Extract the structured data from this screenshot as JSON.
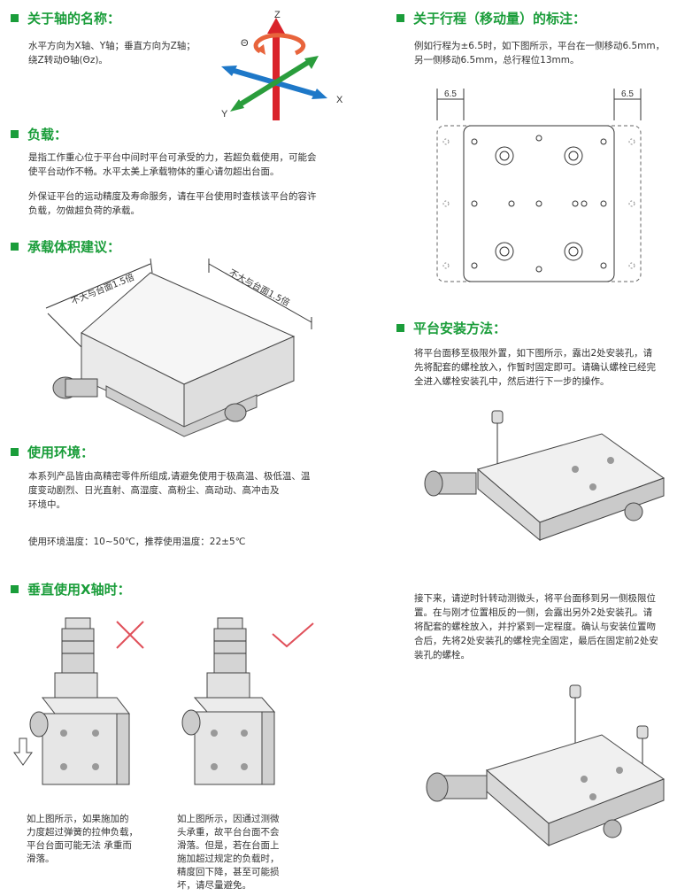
{
  "axis_section": {
    "title": "关于轴的名称：",
    "lines": [
      "水平方向为X轴、Y轴；垂直方向为Z轴；",
      "绕Z转动Θ轴(Θz)。"
    ],
    "labels": {
      "z": "Z",
      "x": "X",
      "y": "Y",
      "theta": "Θ"
    },
    "colors": {
      "z": "#d9232a",
      "x": "#1e78c8",
      "y": "#2a9d3c",
      "theta": "#e8643c"
    }
  },
  "load_section": {
    "title": "负载：",
    "para1": [
      "是指工作重心位于平台中间时平台可承受的力，若超负载使用，可能会",
      "使平台动作不畅。水平太美上承载物体的重心请勿超出台面。"
    ],
    "para2": [
      "外保证平台的运动精度及寿命服务，请在平台使用时查核该平台的容许",
      "负载，勿做超负荷的承载。"
    ]
  },
  "volume_section": {
    "title": "承载体积建议：",
    "dim_left": "不大与台面1.5倍",
    "dim_right": "不大与台面1.5倍"
  },
  "env_section": {
    "title": "使用环境：",
    "lines": [
      "本系列产品皆由高精密零件所组成,请避免使用于极高温、极低温、温",
      "度变动剧烈、日光直射、高湿度、高粉尘、高动动、高冲击及",
      "环境中。"
    ],
    "temp": "使用环境温度：10~50℃，推荐使用温度：22±5℃"
  },
  "vertical_section": {
    "title": "垂直使用X轴时：",
    "left_caption": [
      "如上图所示，如果施加的",
      "力度超过弹簧的拉伸负载，",
      "平台台面可能无法 承重而",
      "滑落。"
    ],
    "right_caption": [
      "如上图所示，因通过测微",
      "头承重，故平台台面不会",
      "滑落。但是，若在台面上",
      "施加超过规定的负载时，",
      "精度回下降，甚至可能损",
      "坏，请尽量避免。"
    ],
    "wrong_color": "#e0505a",
    "right_color": "#e0505a"
  },
  "travel_section": {
    "title": "关于行程（移动量）的标注：",
    "lines": [
      "例如行程为±6.5时，如下图所示，平台在一侧移动6.5mm，",
      "另一侧移动6.5mm，总行程位13mm。"
    ],
    "dim_left": "6.5",
    "dim_right": "6.5"
  },
  "install_section": {
    "title": "平台安装方法：",
    "para1": [
      "将平台面移至极限外置，如下图所示，露出2处安装孔，请",
      "先将配套的螺栓放入，作暂时固定即可。请确认螺栓已经完",
      "全进入螺栓安装孔中，然后进行下一步的操作。"
    ],
    "para2": [
      "接下来，请逆时针转动测微头，将平台面移到另一侧极限位",
      "置。在与刚才位置相反的一侧，会露出另外2处安装孔。请",
      "将配套的螺栓放入，并拧紧到一定程度。确认与安装位置吻",
      "合后，先将2处安装孔的螺栓完全固定，最后在固定前2处安",
      "装孔的螺栓。"
    ]
  },
  "brand_color": "#1a9d3a"
}
